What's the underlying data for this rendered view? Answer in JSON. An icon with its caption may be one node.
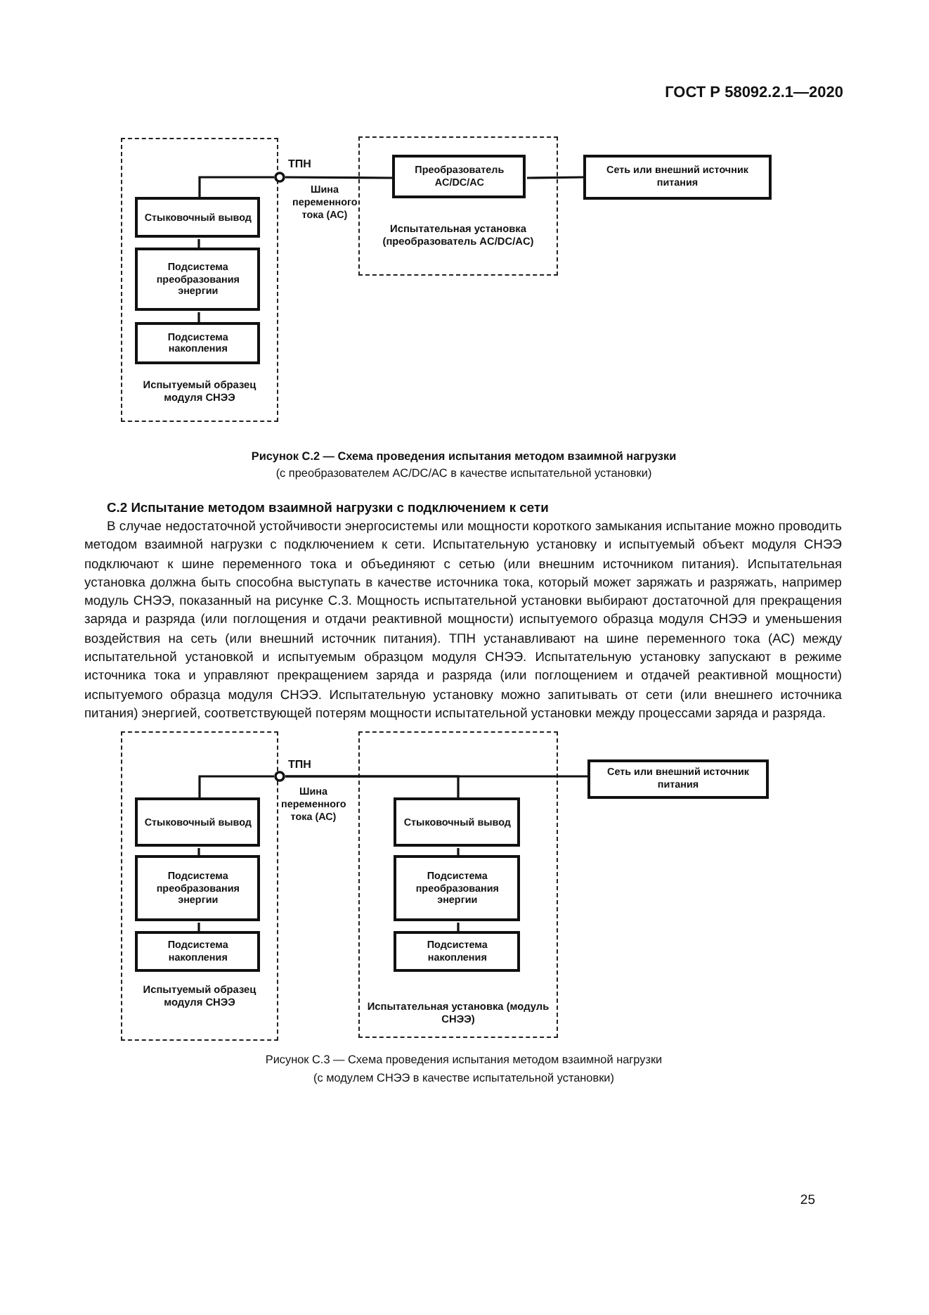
{
  "diagram": {
    "nodes": [
      {
        "text": [
          "Испытуемый образец модуля СНЭЭ"
        ]
      },
      {
        "text": [
          "Стыковочный вывод"
        ],
        "in": 0
      },
      {
        "text": [
          "Подсистема преобразования энергии"
        ],
        "in": 0
      },
      {
        "text": [
          "Подсистема накопления"
        ],
        "in": 0
      },
      {
        "text": [],
        "shape": "circle",
        "beside": [
          "ТПН"
        ]
      },
      {
        "text": [
          "Испытательная установка (преобразователь AC/DC/AC)"
        ]
      },
      {
        "text": [
          "Преобразователь AC/DC/AC"
        ],
        "in": 5
      },
      {
        "text": [
          "Сеть или внешний источник питания"
        ]
      },
      {
        "text": [
          "Испытуемый образец модуля СНЭЭ"
        ]
      },
      {
        "text": [
          "Стыковочный вывод"
        ],
        "in": 8
      },
      {
        "text": [
          "Подсистема преобразования энергии"
        ],
        "in": 8
      },
      {
        "text": [
          "Подсистема накопления"
        ],
        "in": 8
      },
      {
        "text": [],
        "shape": "circle",
        "beside": [
          "ТПН"
        ]
      },
      {
        "text": [
          "Испытательная установка (модуль СНЭЭ)"
        ]
      },
      {
        "text": [
          "Стыковочный вывод"
        ],
        "in": 13
      },
      {
        "text": [
          "Подсистема преобразования энергии"
        ],
        "in": 13
      },
      {
        "text": [
          "Подсистема накопления"
        ],
        "in": 13
      },
      {
        "text": [
          "Сеть или внешний источник питания"
        ]
      }
    ],
    "edges": [
      {
        "from": 1,
        "to": 4,
        "arrow": "none"
      },
      {
        "from": 1,
        "to": 2,
        "arrow": "none"
      },
      {
        "from": 2,
        "to": 3,
        "arrow": "none"
      },
      {
        "from": 4,
        "to": 6,
        "arrow": "none",
        "label": "Шина переменного тока (АС)"
      },
      {
        "from": 6,
        "to": 7,
        "arrow": "none"
      },
      {
        "from": 9,
        "to": 12,
        "arrow": "none"
      },
      {
        "from": 9,
        "to": 10,
        "arrow": "none"
      },
      {
        "from": 10,
        "to": 11,
        "arrow": "none"
      },
      {
        "from": 12,
        "to": 17,
        "arrow": "none",
        "label": "Шина переменного тока (АС)"
      },
      {
        "from": 12,
        "to": 14,
        "arrow": "none"
      },
      {
        "from": 14,
        "to": 15,
        "arrow": "none"
      },
      {
        "from": 15,
        "to": 16,
        "arrow": "none"
      }
    ],
    "labels": [
      "ГОСТ Р 58092.2.1—2020",
      "Рисунок С.2 — Схема проведения испытания методом взаимной нагрузки",
      "(с преобразователем AC/DC/AC в качестве испытательной установки)",
      "С.2 Испытание методом взаимной нагрузки с подключением к сети",
      "В случае недостаточной устойчивости энергосистемы или мощности короткого замыкания испытание можно проводить методом взаимной нагрузки с подключением к сети. Испытательную установку и испытуемый объект модуля СНЭЭ подключают к шине переменного тока и объединяют с сетью (или внешним источником питания). Испытательная установка должна быть способна выступать в качестве источника тока, который может заряжать и разряжать, например модуль СНЭЭ, показанный на рисунке С.3. Мощность испытательной установки выбирают достаточной для прекращения заряда и разряда (или поглощения и отдачи реактивной мощности) испытуемого образца модуля СНЭЭ и уменьшения воздействия на сеть (или внешний источник питания). ТПН устанавливают на шине переменного тока (АС) между испытательной установкой и испытуемым образцом модуля СНЭЭ. Испытательную установку запускают в режиме источника тока и управляют прекращением заряда и разряда (или поглощением и отдачей реактивной мощности) испытуемого образца модуля СНЭЭ. Испытательную установку можно запитывать от сети (или внешнего источника питания) энергией, соответствующей потерям мощности испытательной установки между процессами заряда и разряда.",
      "Рисунок С.3 — Схема проведения испытания методом взаимной нагрузки",
      "(с модулем СНЭЭ в качестве испытательной установки)",
      "25"
    ]
  }
}
